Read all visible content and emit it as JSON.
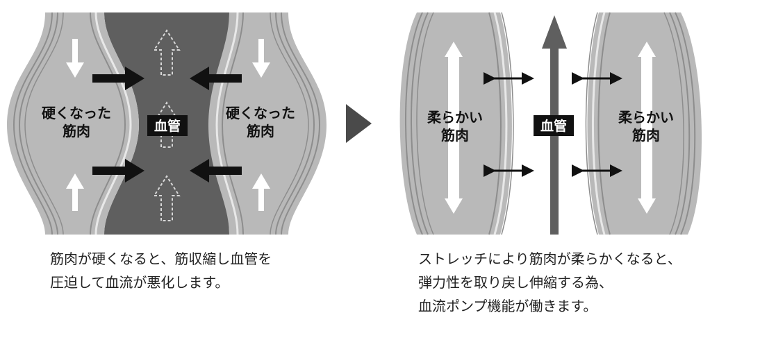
{
  "left_panel": {
    "muscle_left_label": [
      "硬くなった",
      "筋肉"
    ],
    "muscle_right_label": [
      "硬くなった",
      "筋肉"
    ],
    "vessel_label": "血管",
    "caption_lines": [
      "筋肉が硬くなると、筋収縮し血管を",
      "圧迫して血流が悪化します。"
    ]
  },
  "right_panel": {
    "muscle_left_label": [
      "柔らかい",
      "筋肉"
    ],
    "muscle_right_label": [
      "柔らかい",
      "筋肉"
    ],
    "vessel_label": "血管",
    "caption_lines": [
      "ストレッチにより筋肉が柔らかくなると、",
      "弾力性を取り戻し伸縮する為、",
      "血流ポンプ機能が働きます。"
    ]
  },
  "colors": {
    "muscle_fill": "#b9b9b9",
    "muscle_stripe": "#9c9c9c",
    "vessel_fill": "#5f5f5f",
    "transition_arrow": "#4a4a4a",
    "label_bg": "#111111"
  }
}
